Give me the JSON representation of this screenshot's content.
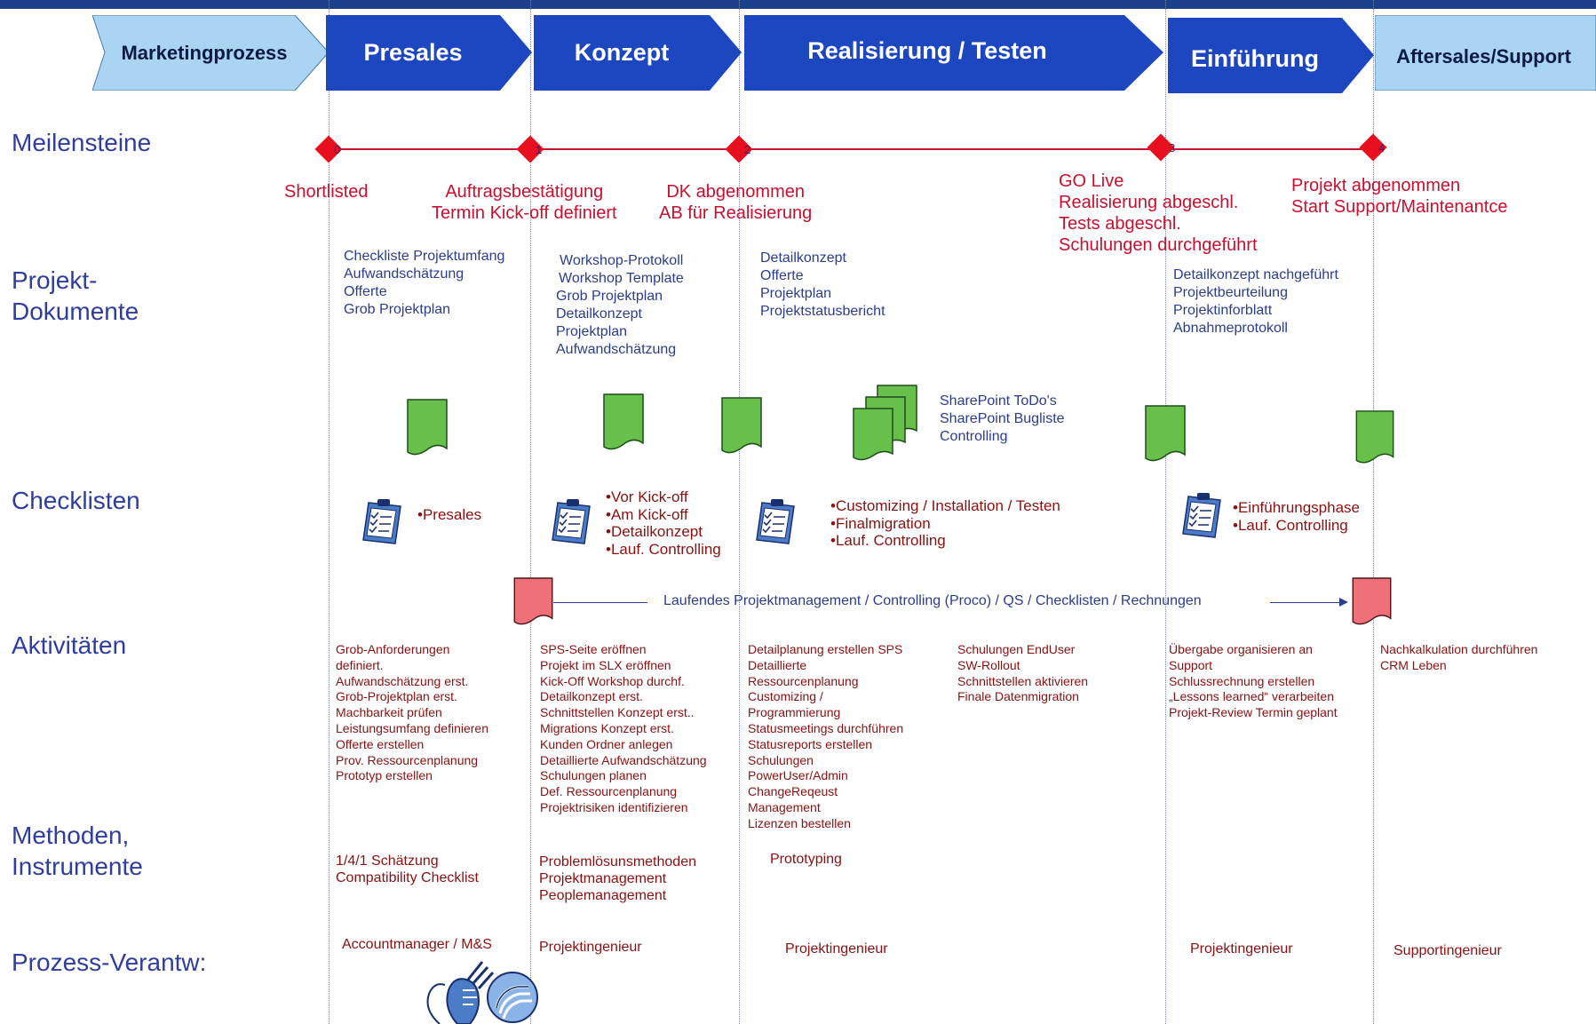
{
  "phases": [
    {
      "label": "Marketingprozess"
    },
    {
      "label": "Presales"
    },
    {
      "label": "Konzept"
    },
    {
      "label": "Realisierung / Testen"
    },
    {
      "label": "Einführung"
    },
    {
      "label": "Aftersales/Support"
    }
  ],
  "row_labels": {
    "meilensteine": "Meilensteine",
    "projekt_dokumente": [
      "Projekt-",
      "Dokumente"
    ],
    "checklisten": "Checklisten",
    "aktivitaeten": "Aktivitäten",
    "methoden": [
      "Methoden,",
      "Instrumente"
    ],
    "verantwortung": "Prozess-Verantw:"
  },
  "milestones": [
    {
      "number": "0",
      "lines": [
        "Shortlisted"
      ]
    },
    {
      "number": "1",
      "lines": [
        "Auftragsbestätigung",
        "Termin Kick-off definiert"
      ]
    },
    {
      "number": "2",
      "lines": [
        "DK abgenommen",
        "AB für Realisierung"
      ]
    },
    {
      "number": "3",
      "lines": [
        "GO Live",
        "Realisierung abgeschl.",
        "Tests abgeschl.",
        "Schulungen durchgeführt"
      ]
    },
    {
      "number": "4",
      "lines": [
        "Projekt abgenommen",
        "Start Support/Maintenantce"
      ]
    }
  ],
  "documents": [
    [
      "Checkliste Projektumfang",
      "Aufwandschätzung",
      "Offerte",
      "Grob Projektplan"
    ],
    [
      "Workshop-Protokoll",
      "Workshop Template",
      "Grob Projektplan",
      "Detailkonzept",
      "Projektplan",
      "Aufwandschätzung"
    ],
    [
      "Detailkonzept",
      "Offerte",
      "Projektplan",
      "Projektstatusbericht"
    ],
    [
      "Detailkonzept nachgeführt",
      "Projektbeurteilung",
      "Projektinforblatt",
      "Abnahmeprotokoll"
    ]
  ],
  "sharepoint": [
    "SharePoint ToDo's",
    "SharePoint Bugliste",
    "Controlling"
  ],
  "checklists": [
    [
      "•Presales"
    ],
    [
      "•Vor Kick-off",
      "•Am Kick-off",
      "•Detailkonzept",
      "•Lauf. Controlling"
    ],
    [
      "•Customizing / Installation / Testen",
      "•Finalmigration",
      "•Lauf. Controlling"
    ],
    [
      "•Einführungsphase",
      "•Lauf. Controlling"
    ]
  ],
  "management_line": "Laufendes Projektmanagement / Controlling (Proco) / QS / Checklisten / Rechnungen",
  "activities": [
    [
      "Grob-Anforderungen",
      "definiert.",
      "Aufwandschätzung erst.",
      "Grob-Projektplan erst.",
      "Machbarkeit prüfen",
      "Leistungsumfang definieren",
      "Offerte erstellen",
      "Prov. Ressourcenplanung",
      "Prototyp erstellen"
    ],
    [
      "SPS-Seite eröffnen",
      "Projekt im SLX eröffnen",
      "Kick-Off Workshop durchf.",
      "Detailkonzept erst.",
      "Schnittstellen Konzept erst..",
      "Migrations Konzept erst.",
      "Kunden Ordner anlegen",
      "Detaillierte Aufwandschätzung",
      "Schulungen planen",
      "Def. Ressourcenplanung",
      "Projektrisiken identifizieren"
    ],
    [
      "Detailplanung erstellen SPS",
      "Detaillierte",
      "Ressourcenplanung",
      "Customizing /",
      "Programmierung",
      "Statusmeetings durchführen",
      "Statusreports erstellen",
      "Schulungen",
      "PowerUser/Admin",
      "ChangeReqeust",
      "Management",
      "Lizenzen bestellen"
    ],
    [
      "Schulungen EndUser",
      "SW-Rollout",
      "Schnittstellen aktivieren",
      "Finale Datenmigration"
    ],
    [
      "Übergabe organisieren an",
      "Support",
      "Schlussrechnung erstellen",
      "„Lessons learned“ verarbeiten",
      "Projekt-Review Termin geplant"
    ],
    [
      "Nachkalkulation durchführen",
      "CRM Leben"
    ]
  ],
  "methods": [
    [
      "1/4/1 Schätzung",
      "Compatibility Checklist"
    ],
    [
      "Problemlösunsmethoden",
      "Projektmanagement",
      "Peoplemanagement"
    ],
    [
      "Prototyping"
    ]
  ],
  "responsibles": [
    "Accountmanager / M&S",
    "Projektingenieur",
    "Projektingenieur",
    "Projektingenieur",
    "Supportingenieur"
  ],
  "colors": {
    "phase_dark": "#1d47c0",
    "phase_light": "#a9d4f2",
    "milestone_red": "#e8101e",
    "label_blue": "#2f3e9e",
    "doc_green": "#66c04a",
    "doc_red": "#f0707a"
  },
  "icons": [
    "document-icon",
    "clipboard-icon",
    "people-icon"
  ]
}
